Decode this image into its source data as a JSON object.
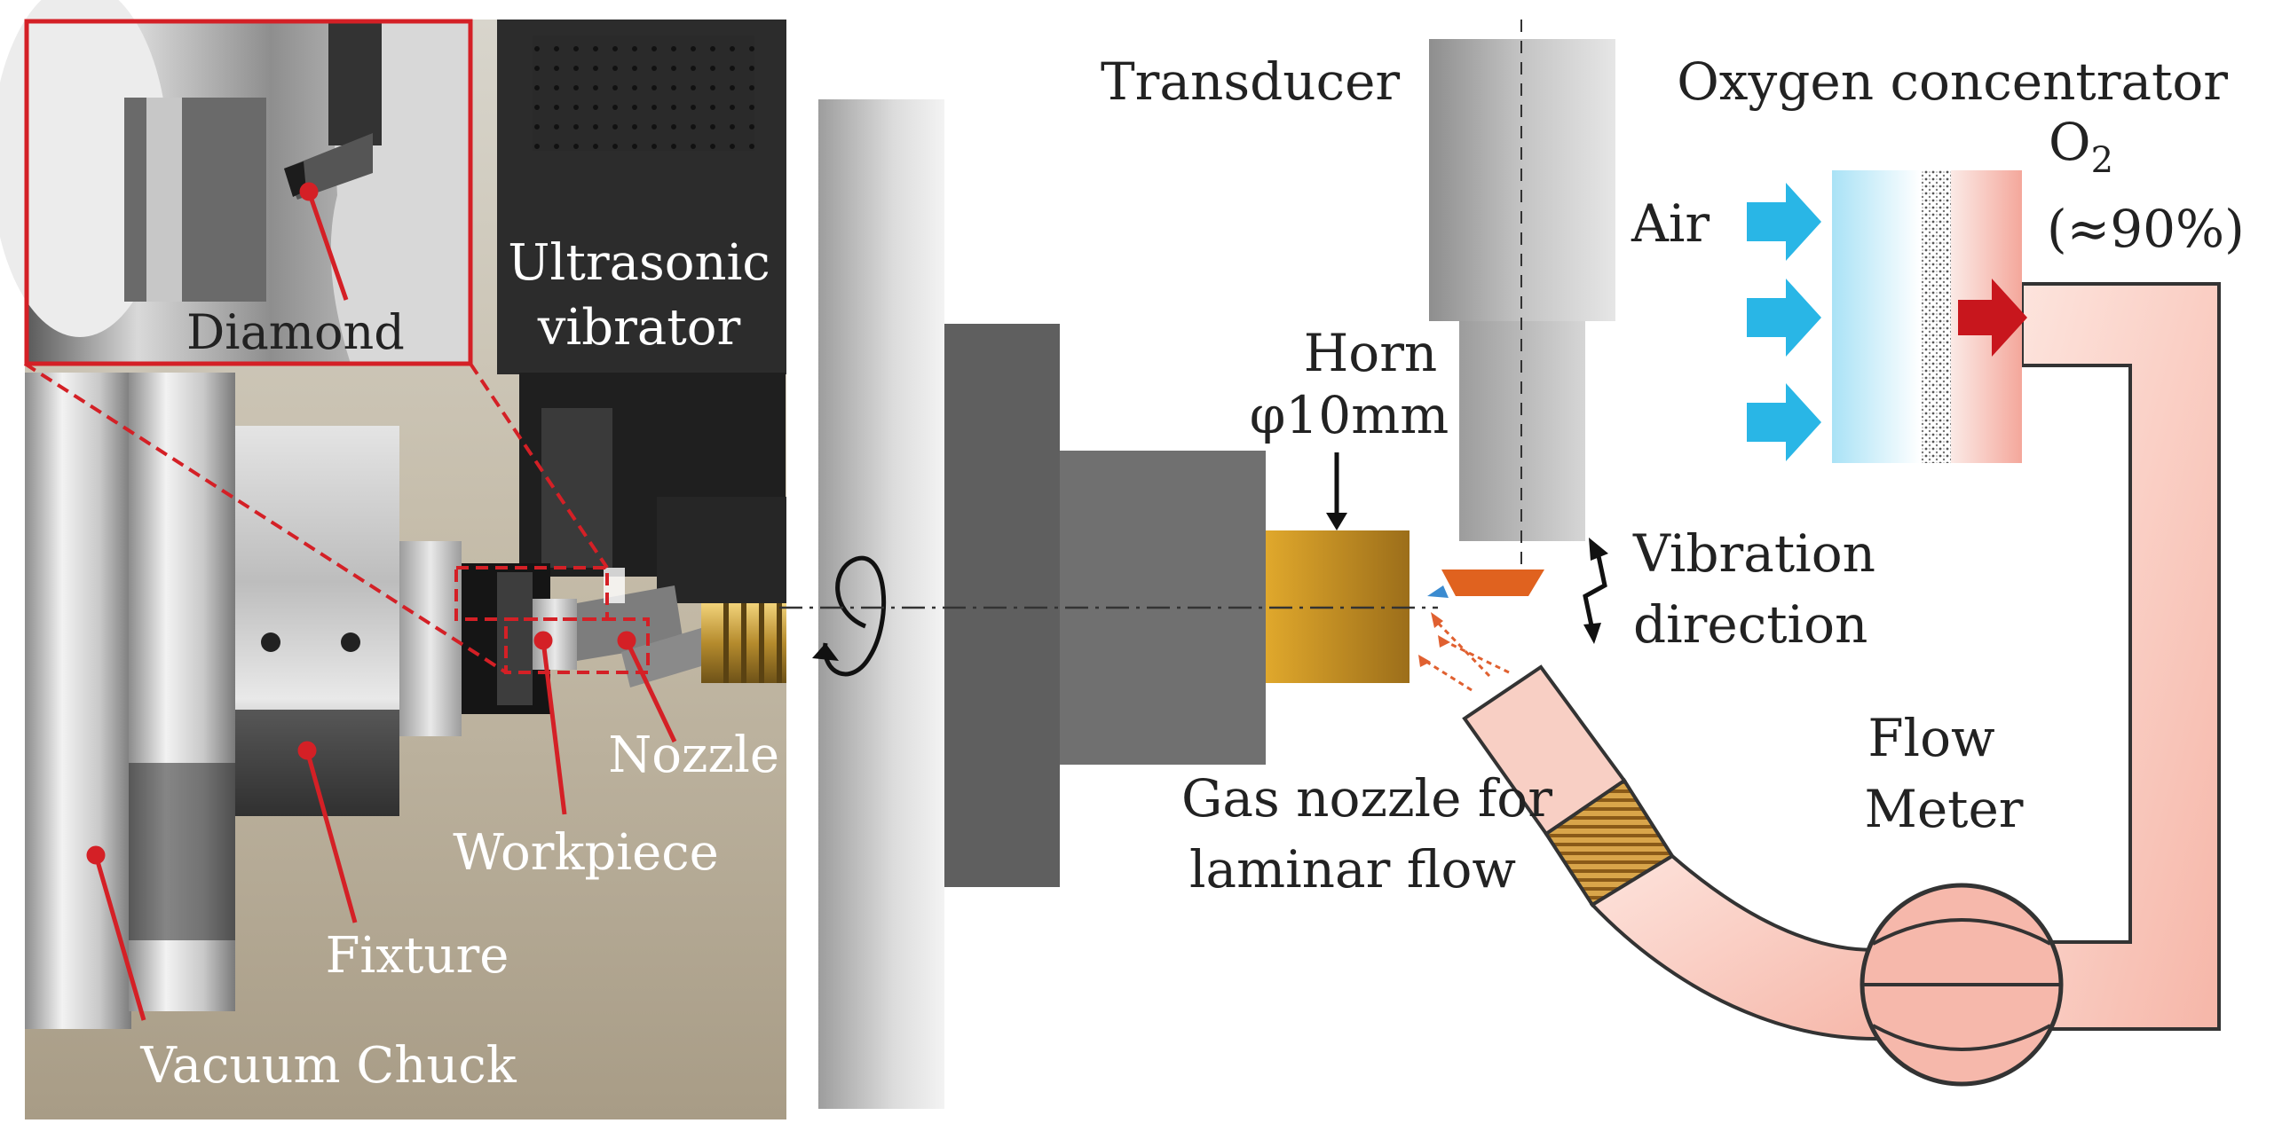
{
  "photo": {
    "inset_label": "Diamond",
    "labels": {
      "ultrasonic": [
        "Ultrasonic",
        "vibrator"
      ],
      "nozzle": "Nozzle",
      "workpiece": "Workpiece",
      "fixture": "Fixture",
      "vacuum_chuck": "Vacuum Chuck"
    }
  },
  "schematic": {
    "transducer": "Transducer",
    "horn": [
      "Horn",
      "φ10mm"
    ],
    "vibration": [
      "Vibration",
      "direction"
    ],
    "gas_nozzle": [
      "Gas nozzle for",
      "laminar flow"
    ],
    "oxygen_concentrator": "Oxygen concentrator",
    "air": "Air",
    "o2": "O",
    "o2_sub": "2",
    "o2_pct": "(≈90%)",
    "flow_meter": [
      "Flow",
      "Meter"
    ]
  },
  "colors": {
    "highlight": "#d42026",
    "arrow_blue": "#29b6e6",
    "arrow_red": "#c8161d",
    "tube_pink": "#f6b8ab",
    "horn_gold": "#d9a12a",
    "tool_orange": "#e0621f"
  }
}
